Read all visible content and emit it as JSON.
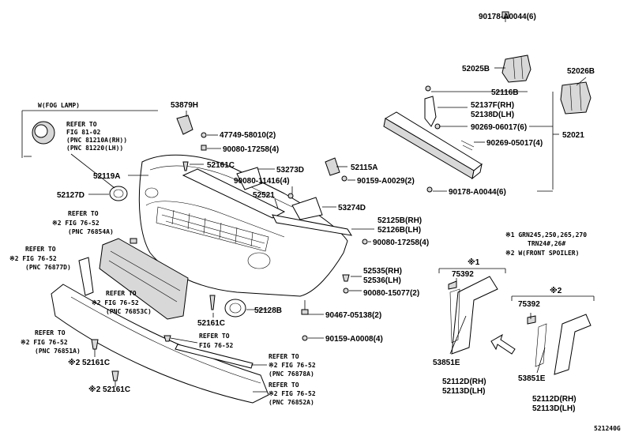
{
  "callouts": {
    "p90178_top": "90178-A0044(6)",
    "p52025B": "52025B",
    "p52026B": "52026B",
    "p52116B": "52116B",
    "p52137F": "52137F(RH)",
    "p52138D": "52138D(LH)",
    "p90269_06017": "90269-06017(6)",
    "p52021": "52021",
    "p90269_05017": "90269-05017(4)",
    "p90178_bot": "90178-A0044(6)",
    "p53879H": "53879H",
    "p47749": "47749-58010(2)",
    "p90080_17258a": "90080-17258(4)",
    "p52161C_top": "52161C",
    "p53273D": "53273D",
    "p52115A": "52115A",
    "p52119A": "52119A",
    "p90080_11416": "90080-11416(4)",
    "p90159_A0029": "90159-A0029(2)",
    "p52127D": "52127D",
    "p52521": "52521",
    "p53274D": "53274D",
    "p52125B": "52125B(RH)",
    "p52126B": "52126B(LH)",
    "p90080_17258b": "90080-17258(4)",
    "p52535": "52535(RH)",
    "p52536": "52536(LH)",
    "p90080_15077": "90080-15077(2)",
    "p52128B": "52128B",
    "p52161C_mid": "52161C",
    "p90467": "90467-05138(2)",
    "p90159_A0008": "90159-A0008(4)",
    "p52161C_l1": "※2 52161C",
    "p52161C_l2": "※2 52161C",
    "p75392a": "75392",
    "p75392b": "75392",
    "p53851E_a": "53851E",
    "p53851E_b": "53851E",
    "p52112D_a": "52112D(RH)",
    "p52113D_a": "52113D(LH)",
    "p52112D_b": "52112D(RH)",
    "p52113D_b": "52113D(LH)",
    "diagram_id": "521240G"
  },
  "fog_box": {
    "title": "W(FOG LAMP)",
    "refer": "REFER TO",
    "fig": "FIG 81-02",
    "pnc1": "(PNC 81210A(RH))",
    "pnc2": "(PNC 81220(LH))"
  },
  "refs": {
    "r1_a": "REFER TO",
    "r1_b": "※2 FIG 76-52",
    "r1_c": "(PNC 76854A)",
    "r2_a": "REFER TO",
    "r2_b": "※2 FIG 76-52",
    "r2_c": "(PNC 76877D)",
    "r3_a": "REFER TO",
    "r3_b": "※2 FIG 76-52",
    "r3_c": "(PNC 76853C)",
    "r4_a": "REFER TO",
    "r4_b": "※2 FIG 76-52",
    "r4_c": "(PNC 76851A)",
    "r5_a": "REFER TO",
    "r5_b": "FIG 76-52",
    "r6_a": "REFER TO",
    "r6_b": "※2 FIG 76-52",
    "r6_c": "(PNC 76878A)",
    "r7_a": "REFER TO",
    "r7_b": "※2 FIG 76-52",
    "r7_c": "(PNC 76852A)"
  },
  "notes": {
    "n1": "※1 GRN245,250,265,270",
    "n2": "TRN24#,26#",
    "n3": "※2 W(FRONT SPOILER)"
  },
  "groups": {
    "g1": "※1",
    "g2": "※2"
  }
}
